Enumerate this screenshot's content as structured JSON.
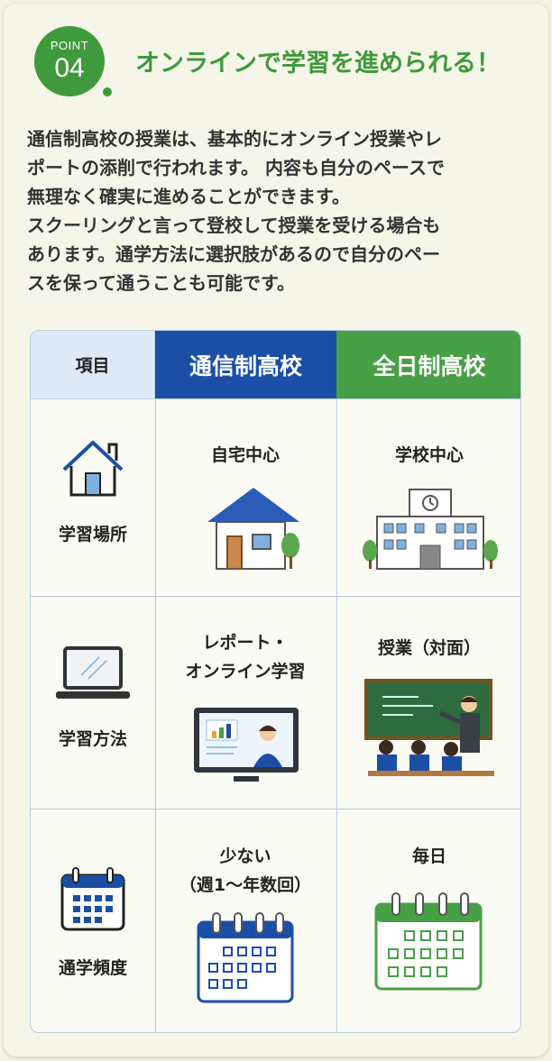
{
  "badge": {
    "label": "POINT",
    "number": "04"
  },
  "headline": "オンラインで学習を進められる！",
  "intro_lines": [
    "通信制高校の授業は、基本的にオンライン授業やレ",
    "ポートの添削で行われます。 内容も自分のペースで",
    "無理なく確実に進めることができます。",
    "スクーリングと言って登校して授業を受ける場合も",
    "あります。通学方法に選択肢があるので自分のペー",
    "スを保って通うことも可能です。"
  ],
  "table": {
    "headers": {
      "item": "項目",
      "tsushin": "通信制高校",
      "zennichi": "全日制高校"
    },
    "rows": [
      {
        "label": "学習場所",
        "icon": "house-icon",
        "tsushin": [
          "自宅中心"
        ],
        "zennichi": [
          "学校中心"
        ]
      },
      {
        "label": "学習方法",
        "icon": "laptop-icon",
        "tsushin": [
          "レポート・",
          "オンライン学習"
        ],
        "zennichi": [
          "授業（対面）"
        ]
      },
      {
        "label": "通学頻度",
        "icon": "calendar-icon",
        "tsushin": [
          "少ない",
          "（週1〜年数回）"
        ],
        "zennichi": [
          "毎日"
        ]
      }
    ]
  },
  "colors": {
    "green": "#48a046",
    "blue": "#1b4fa6",
    "header_light": "#dde9f6",
    "background": "#f6f6e8"
  }
}
